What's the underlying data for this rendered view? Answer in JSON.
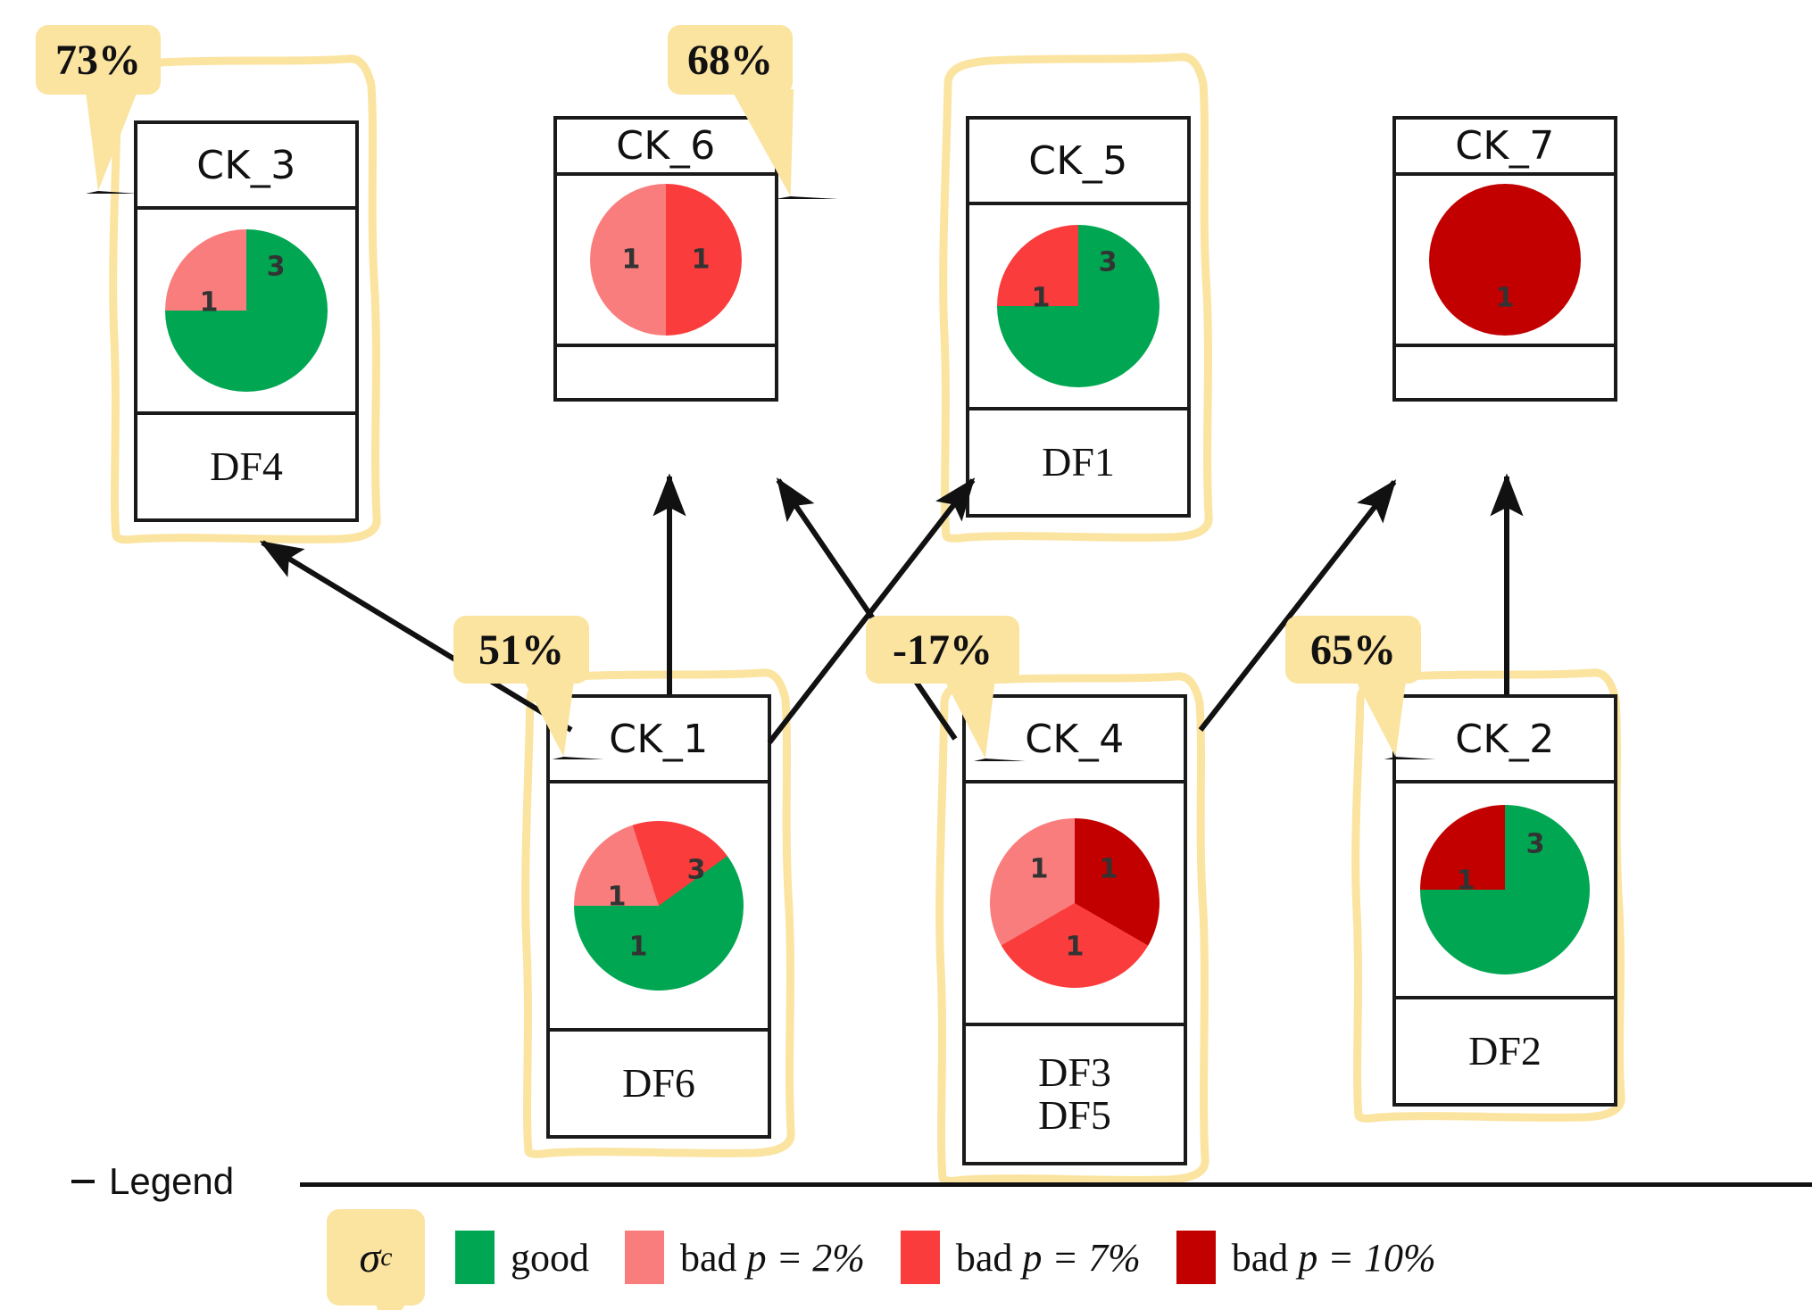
{
  "diagram": {
    "type": "component-dependency-diagram-with-pie-quality-indicators",
    "colors": {
      "good": "#00a651",
      "bad2": "#fa7d7d",
      "bad7": "#fa3c3c",
      "bad10": "#c20000",
      "callout": "#fbe3a0",
      "outline": "#1a1a1a",
      "highlight": "#fbe3a0"
    },
    "top_row": [
      {
        "id": "ck3",
        "title": "CK_3",
        "footer": [
          "DF4"
        ],
        "highlighted": true,
        "callout": "73%",
        "pie": {
          "type": "pie",
          "slices": [
            {
              "label": "1",
              "value": 1,
              "category": "bad p = 2%",
              "color": "#fa7d7d"
            },
            {
              "label": "3",
              "value": 3,
              "category": "good",
              "color": "#00a651"
            }
          ]
        }
      },
      {
        "id": "ck6",
        "title": "CK_6",
        "footer": [],
        "highlighted": false,
        "callout": null,
        "pie": {
          "type": "pie",
          "slices": [
            {
              "label": "1",
              "value": 1,
              "category": "bad p = 7%",
              "color": "#fa3c3c"
            },
            {
              "label": "1",
              "value": 1,
              "category": "bad p = 2%",
              "color": "#fa7d7d"
            }
          ]
        }
      },
      {
        "id": "ck5",
        "title": "CK_5",
        "footer": [
          "DF1"
        ],
        "highlighted": true,
        "callout": "68%",
        "pie": {
          "type": "pie",
          "slices": [
            {
              "label": "1",
              "value": 1,
              "category": "bad p = 7%",
              "color": "#fa3c3c"
            },
            {
              "label": "3",
              "value": 3,
              "category": "good",
              "color": "#00a651"
            }
          ]
        }
      },
      {
        "id": "ck7",
        "title": "CK_7",
        "footer": [],
        "highlighted": false,
        "callout": null,
        "pie": {
          "type": "pie",
          "slices": [
            {
              "label": "1",
              "value": 1,
              "category": "bad p = 10%",
              "color": "#c20000"
            }
          ]
        }
      }
    ],
    "bottom_row": [
      {
        "id": "ck1",
        "title": "CK_1",
        "footer": [
          "DF6"
        ],
        "highlighted": true,
        "callout": "51%",
        "pie": {
          "type": "pie",
          "slices": [
            {
              "label": "1",
              "value": 1,
              "category": "bad p = 2%",
              "color": "#fa7d7d"
            },
            {
              "label": "1",
              "value": 1,
              "category": "bad p = 7%",
              "color": "#fa3c3c"
            },
            {
              "label": "3",
              "value": 3,
              "category": "good",
              "color": "#00a651"
            }
          ]
        }
      },
      {
        "id": "ck4",
        "title": "CK_4",
        "footer": [
          "DF3",
          "DF5"
        ],
        "highlighted": true,
        "callout": "-17%",
        "pie": {
          "type": "pie",
          "slices": [
            {
              "label": "1",
              "value": 1,
              "category": "bad p = 10%",
              "color": "#c20000"
            },
            {
              "label": "1",
              "value": 1,
              "category": "bad p = 7%",
              "color": "#fa3c3c"
            },
            {
              "label": "1",
              "value": 1,
              "category": "bad p = 2%",
              "color": "#fa7d7d"
            }
          ]
        }
      },
      {
        "id": "ck2",
        "title": "CK_2",
        "footer": [
          "DF2"
        ],
        "highlighted": true,
        "callout": "65%",
        "pie": {
          "type": "pie",
          "slices": [
            {
              "label": "1",
              "value": 1,
              "category": "bad p = 10%",
              "color": "#c20000"
            },
            {
              "label": "3",
              "value": 3,
              "category": "good",
              "color": "#00a651"
            }
          ]
        }
      }
    ],
    "edges": [
      {
        "from": "CK_1",
        "to": "CK_3"
      },
      {
        "from": "CK_1",
        "to": "CK_6"
      },
      {
        "from": "CK_1",
        "to": "CK_5"
      },
      {
        "from": "CK_4",
        "to": "CK_6"
      },
      {
        "from": "CK_4",
        "to": "CK_7"
      },
      {
        "from": "CK_2",
        "to": "CK_7"
      }
    ]
  },
  "legend": {
    "head_label": "Legend",
    "sigma_symbol": "σ",
    "sigma_subscript": "c",
    "items": [
      {
        "label": "good",
        "color": "#00a651",
        "math": ""
      },
      {
        "label": "bad",
        "color": "#fa7d7d",
        "math": "p = 2%"
      },
      {
        "label": "bad",
        "color": "#fa3c3c",
        "math": "p = 7%"
      },
      {
        "label": "bad",
        "color": "#c20000",
        "math": "p = 10%"
      }
    ]
  }
}
